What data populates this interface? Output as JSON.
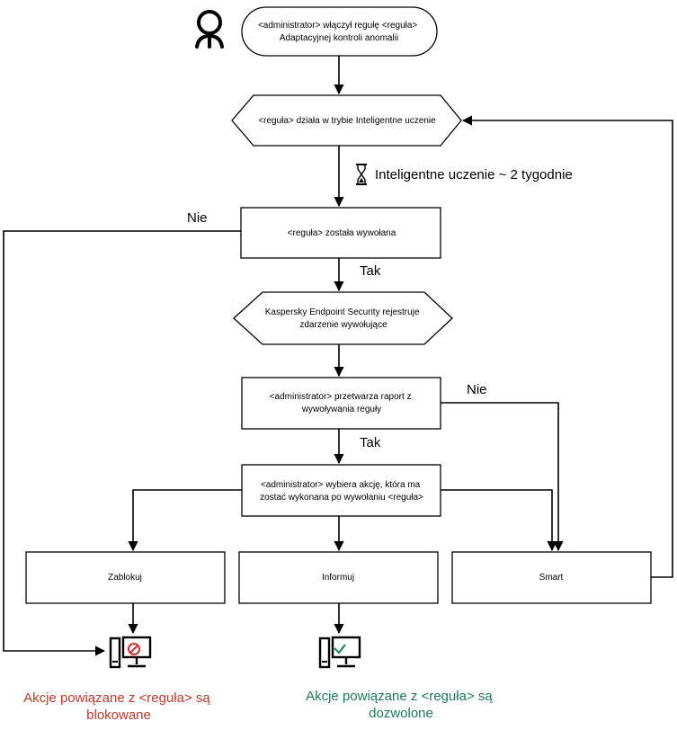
{
  "nodes": {
    "start": [
      "<administrator> włączył regułę <reguła>",
      "Adaptacyjnej kontroli anomalii"
    ],
    "learning": [
      "<reguła> działa w trybie Inteligentne uczenie"
    ],
    "triggered": [
      "<reguła> została wywołana"
    ],
    "registers": [
      "Kaspersky Endpoint Security rejestruje",
      "zdarzenie wywołujące"
    ],
    "processes": [
      "<administrator> przetwarza raport z",
      "wywoływania reguły"
    ],
    "chooses": [
      "<administrator> wybiera akcję, która ma",
      "zostać wykonana po wywołaniu <reguła>"
    ],
    "block": [
      "Zablokuj"
    ],
    "inform": [
      "Informuj"
    ],
    "smart": [
      "Smart"
    ]
  },
  "edge_labels": {
    "duration": "Inteligentne uczenie ~ 2 tygodnie",
    "no_triggered": "Nie",
    "yes_triggered": "Tak",
    "no_processed": "Nie",
    "yes_processed": "Tak"
  },
  "outcomes": {
    "blocked": {
      "lines": [
        "Akcje powiązane z <reguła> są",
        "blokowane"
      ],
      "color": "#c0392b"
    },
    "allowed": {
      "lines": [
        "Akcje powiązane z <reguła> są",
        "dozwolone"
      ],
      "color": "#1e7a5c"
    }
  },
  "icons": {
    "actor": "person-icon",
    "duration": "hourglass-icon",
    "blocked": "computer-blocked-icon",
    "allowed": "computer-allowed-icon"
  },
  "colors": {
    "stroke": "#000000",
    "blocked_badge": "#d0312d",
    "allowed_badge": "#1f8a5b"
  }
}
